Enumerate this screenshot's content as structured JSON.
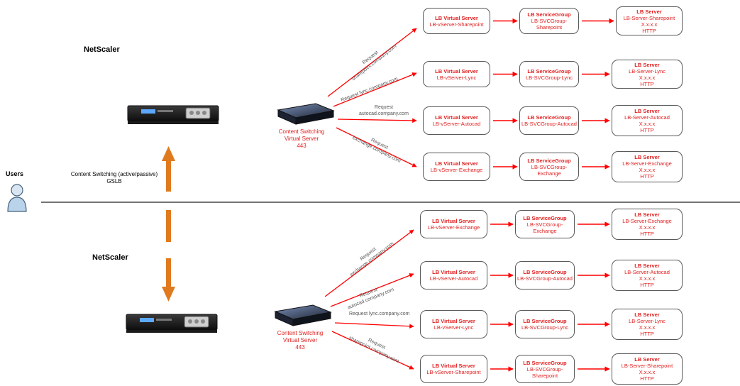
{
  "left": {
    "netscaler_label": "NetScaler",
    "users_label": "Users",
    "cs_label_line1": "Content Switching (active/passive)",
    "cs_label_line2": "GSLB"
  },
  "vservers": {
    "top": {
      "line1": "Content Switching",
      "line2": "Virtual Server",
      "line3": "443"
    },
    "bottom": {
      "line1": "Content Switching",
      "line2": "Virtual Server",
      "line3": "443"
    }
  },
  "requests": {
    "top": [
      {
        "line1": "Request",
        "line2": "sharepoint.company.com"
      },
      {
        "line1": "Request lync.company.com",
        "line2": ""
      },
      {
        "line1": "Request",
        "line2": "autocad.company.com"
      },
      {
        "line1": "Request",
        "line2": "exchange.company.com"
      }
    ],
    "bottom": [
      {
        "line1": "Request",
        "line2": "exchange.company.com"
      },
      {
        "line1": "Request",
        "line2": "autocad.company.com"
      },
      {
        "line1": "Request lync.company.com",
        "line2": ""
      },
      {
        "line1": "Request",
        "line2": "sharepoint.company.com"
      }
    ]
  },
  "rows": [
    {
      "vs_title": "LB Virtual Server",
      "vs_name": "LB-vServer-Sharepoint",
      "sg_title": "LB ServiceGroup",
      "sg_name": "LB-SVCGroup-Sharepoint",
      "srv_title": "LB Server",
      "srv_name": "LB-Server-Sharepoint",
      "srv_ip": "X.x.x.x",
      "srv_proto": "HTTP"
    },
    {
      "vs_title": "LB Virtual Server",
      "vs_name": "LB-vServer-Lync",
      "sg_title": "LB ServiceGroup",
      "sg_name": "LB-SVCGroup-Lync",
      "srv_title": "LB Server",
      "srv_name": "LB-Server-Lync",
      "srv_ip": "X.x.x.x",
      "srv_proto": "HTTP"
    },
    {
      "vs_title": "LB Virtual Server",
      "vs_name": "LB-vServer-Autocad",
      "sg_title": "LB ServiceGroup",
      "sg_name": "LB-SVCGroup-Autocad",
      "srv_title": "LB Server",
      "srv_name": "LB-Server-Autocad",
      "srv_ip": "X.x.x.x",
      "srv_proto": "HTTP"
    },
    {
      "vs_title": "LB Virtual Server",
      "vs_name": "LB-vServer-Exchange",
      "sg_title": "LB ServiceGroup",
      "sg_name": "LB-SVCGroup-Exchange",
      "srv_title": "LB Server",
      "srv_name": "LB-Server-Exchange",
      "srv_ip": "X.x.x.x",
      "srv_proto": "HTTP"
    },
    {
      "vs_title": "LB Virtual Server",
      "vs_name": "LB-vServer-Exchange",
      "sg_title": "LB ServiceGroup",
      "sg_name": "LB-SVCGroup-Exchange",
      "srv_title": "LB Server",
      "srv_name": "LB-Server-Exchange",
      "srv_ip": "X.x.x.x",
      "srv_proto": "HTTP"
    },
    {
      "vs_title": "LB Virtual Server",
      "vs_name": "LB-vServer-Autocad",
      "sg_title": "LB ServiceGroup",
      "sg_name": "LB-SVCGroup-Autocad",
      "srv_title": "LB Server",
      "srv_name": "LB-Server-Autocad",
      "srv_ip": "X.x.x.x",
      "srv_proto": "HTTP"
    },
    {
      "vs_title": "LB Virtual Server",
      "vs_name": "LB-vServer-Lync",
      "sg_title": "LB ServiceGroup",
      "sg_name": "LB-SVCGroup-Lync",
      "srv_title": "LB Server",
      "srv_name": "LB-Server-Lync",
      "srv_ip": "X.x.x.x",
      "srv_proto": "HTTP"
    },
    {
      "vs_title": "LB Virtual Server",
      "vs_name": "LB-vServer-Sharepoint",
      "sg_title": "LB ServiceGroup",
      "sg_name": "LB-SVCGroup-Sharepoint",
      "srv_title": "LB Server",
      "srv_name": "LB-Server-Sharepoint",
      "srv_ip": "X.x.x.x",
      "srv_proto": "HTTP"
    }
  ],
  "colors": {
    "arrow_red": "#ff0000",
    "arrow_orange": "#e07a1f",
    "text_red": "#e02020"
  }
}
